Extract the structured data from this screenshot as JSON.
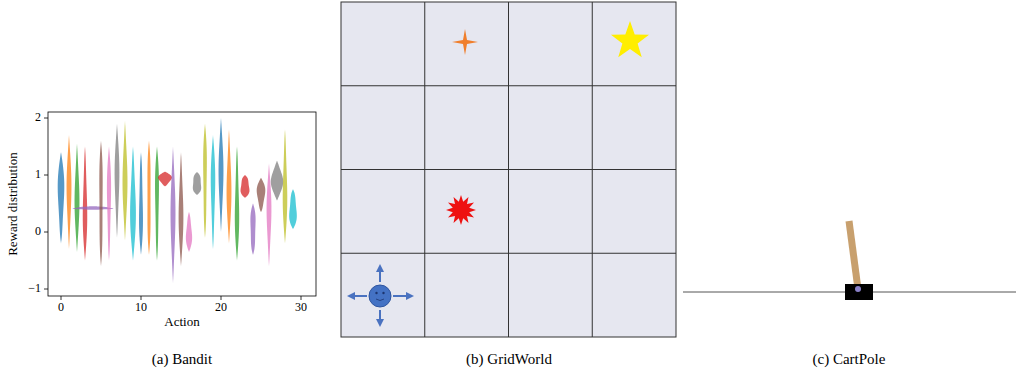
{
  "diagram": {
    "labels": [
      "2",
      "1",
      "0",
      "−1",
      "0",
      "10",
      "20",
      "30",
      "Action",
      "Reward distribution",
      "(a) Bandit",
      "(b) GridWorld",
      "(c) CartPole"
    ]
  }
}
